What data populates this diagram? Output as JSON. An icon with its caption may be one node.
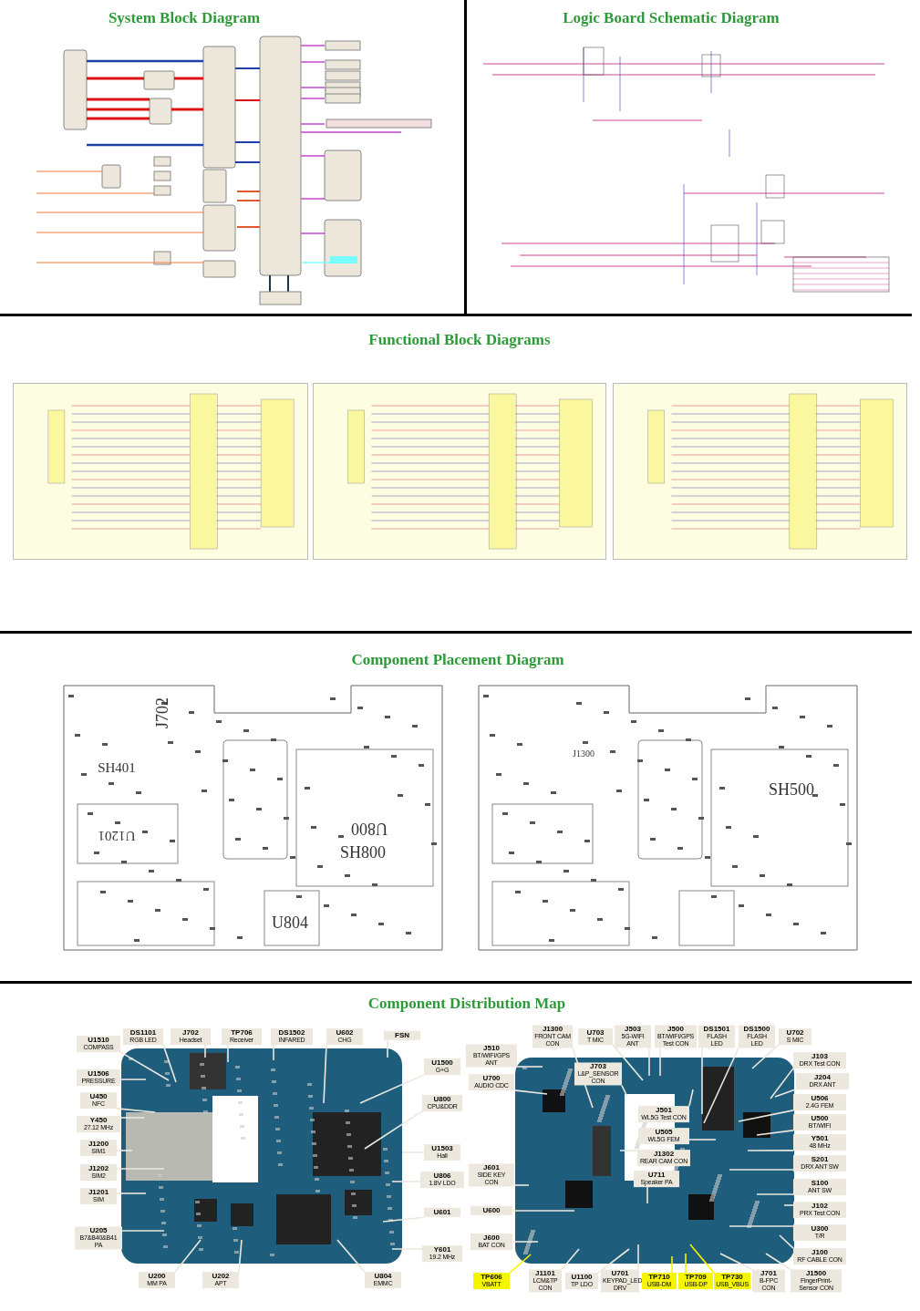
{
  "diagram": {
    "nodes": [
      {
        "text": [
          "DS1101",
          "RGB LED"
        ]
      },
      {
        "text": [
          "J702",
          "Headset"
        ]
      },
      {
        "text": [
          "TP706",
          "Receiver"
        ]
      },
      {
        "text": [
          "DS1502",
          "INFARED"
        ]
      },
      {
        "text": [
          "U602",
          "CHG"
        ]
      },
      {
        "text": [
          "FSN"
        ]
      },
      {
        "text": [
          "U1510",
          "COMPASS"
        ]
      },
      {
        "text": [
          "U1500",
          "G+G"
        ]
      },
      {
        "text": [
          "U1506",
          "PRESSURE"
        ]
      },
      {
        "text": [
          "U450",
          "NFC"
        ]
      },
      {
        "text": [
          "U800",
          "CPU&DDR"
        ]
      },
      {
        "text": [
          "Y450",
          "27.12 MHz"
        ]
      },
      {
        "text": [
          "J1200",
          "SIM1"
        ]
      },
      {
        "text": [
          "U1503",
          "Hall"
        ]
      },
      {
        "text": [
          "J1202",
          "SIM2"
        ]
      },
      {
        "text": [
          "U806",
          "1.8V LDO"
        ]
      },
      {
        "text": [
          "J1201",
          "SIM"
        ]
      },
      {
        "text": [
          "U601"
        ]
      },
      {
        "text": [
          "U205",
          "B7&B40&B41 PA"
        ]
      },
      {
        "text": [
          "Y601",
          "19.2 MHz"
        ]
      },
      {
        "text": [
          "U200",
          "MM PA"
        ]
      },
      {
        "text": [
          "U202",
          "APT"
        ]
      },
      {
        "text": [
          "U804",
          "EMMC"
        ]
      },
      {
        "text": [
          "J1300",
          "FRONT CAM CON"
        ]
      },
      {
        "text": [
          "U703",
          "T MIC"
        ]
      },
      {
        "text": [
          "J503",
          "5G-WIFI ANT"
        ]
      },
      {
        "text": [
          "J500",
          "BT/WIFI/GPS Test CON"
        ]
      },
      {
        "text": [
          "DS1501",
          "FLASH LED"
        ]
      },
      {
        "text": [
          "DS1500",
          "FLASH LED"
        ]
      },
      {
        "text": [
          "U702",
          "S MIC"
        ]
      },
      {
        "text": [
          "J510",
          "BT/WIFI/GPS ANT"
        ]
      },
      {
        "text": [
          "J103",
          "DRX Test CON"
        ]
      },
      {
        "text": [
          "J703",
          "L&P_SENSOR CON"
        ],
        "in": 60
      },
      {
        "text": [
          "J204",
          "DRX ANT"
        ]
      },
      {
        "text": [
          "U700",
          "AUDIO CDC"
        ]
      },
      {
        "text": [
          "U506",
          "2.4G FEM"
        ]
      },
      {
        "text": [
          "J501",
          "WL5G Test CON"
        ],
        "in": 60
      },
      {
        "text": [
          "U500",
          "BT/WIFI"
        ]
      },
      {
        "text": [
          "U505",
          "WL5G FEM"
        ],
        "in": 60
      },
      {
        "text": [
          "Y501",
          "48 MHz"
        ]
      },
      {
        "text": [
          "J1302",
          "REAR CAM CON"
        ],
        "in": 60
      },
      {
        "text": [
          "S201",
          "DRX ANT SW"
        ]
      },
      {
        "text": [
          "J601",
          "SIDE KEY CON"
        ]
      },
      {
        "text": [
          "U711",
          "Speaker PA"
        ],
        "in": 60
      },
      {
        "text": [
          "S100",
          "ANT SW"
        ]
      },
      {
        "text": [
          "J102",
          "PRX Test CON"
        ]
      },
      {
        "text": [
          "U600"
        ]
      },
      {
        "text": [
          "U300",
          "T/R"
        ]
      },
      {
        "text": [
          "J600",
          "BAT CON"
        ]
      },
      {
        "text": [
          "J100",
          "RF CABLE CON"
        ]
      },
      {
        "text": [
          "TP606",
          "VBATT"
        ]
      },
      {
        "text": [
          "J1101",
          "LCM&TP CON"
        ]
      },
      {
        "text": [
          "U1100",
          "TP LDO"
        ]
      },
      {
        "text": [
          "U701",
          "KEYPAD_LED DRV"
        ]
      },
      {
        "text": [
          "TP710",
          "USB-DM"
        ]
      },
      {
        "text": [
          "TP709",
          "USB-DP"
        ]
      },
      {
        "text": [
          "TP730",
          "USB_VBUS"
        ]
      },
      {
        "text": [
          "J701",
          "B-FPC CON"
        ]
      },
      {
        "text": [
          "J1500",
          "FingerPrint-Sensor CON"
        ]
      },
      {
        "text": [],
        "shape": "picture"
      },
      {
        "text": [],
        "shape": "picture"
      }
    ],
    "edges": [
      {
        "from": 0,
        "to": 59,
        "arrow": "none"
      },
      {
        "from": 1,
        "to": 59,
        "arrow": "none"
      },
      {
        "from": 2,
        "to": 59,
        "arrow": "none"
      },
      {
        "from": 3,
        "to": 59,
        "arrow": "none"
      },
      {
        "from": 4,
        "to": 59,
        "arrow": "none"
      },
      {
        "from": 5,
        "to": 59,
        "arrow": "none"
      },
      {
        "from": 6,
        "to": 59,
        "arrow": "none"
      },
      {
        "from": 7,
        "to": 59,
        "arrow": "none"
      },
      {
        "from": 8,
        "to": 59,
        "arrow": "none"
      },
      {
        "from": 9,
        "to": 59,
        "arrow": "none"
      },
      {
        "from": 10,
        "to": 59,
        "arrow": "none"
      },
      {
        "from": 11,
        "to": 59,
        "arrow": "none"
      },
      {
        "from": 12,
        "to": 59,
        "arrow": "none"
      },
      {
        "from": 13,
        "to": 59,
        "arrow": "none"
      },
      {
        "from": 14,
        "to": 59,
        "arrow": "none"
      },
      {
        "from": 15,
        "to": 59,
        "arrow": "none"
      },
      {
        "from": 16,
        "to": 59,
        "arrow": "none"
      },
      {
        "from": 17,
        "to": 59,
        "arrow": "none"
      },
      {
        "from": 18,
        "to": 59,
        "arrow": "none"
      },
      {
        "from": 19,
        "to": 59,
        "arrow": "none"
      },
      {
        "from": 20,
        "to": 59,
        "arrow": "none"
      },
      {
        "from": 21,
        "to": 59,
        "arrow": "none"
      },
      {
        "from": 22,
        "to": 59,
        "arrow": "none"
      },
      {
        "from": 23,
        "to": 60,
        "arrow": "none"
      },
      {
        "from": 24,
        "to": 60,
        "arrow": "none"
      },
      {
        "from": 25,
        "to": 60,
        "arrow": "none"
      },
      {
        "from": 26,
        "to": 60,
        "arrow": "none"
      },
      {
        "from": 27,
        "to": 60,
        "arrow": "none"
      },
      {
        "from": 28,
        "to": 60,
        "arrow": "none"
      },
      {
        "from": 29,
        "to": 60,
        "arrow": "none"
      },
      {
        "from": 30,
        "to": 60,
        "arrow": "none"
      },
      {
        "from": 31,
        "to": 60,
        "arrow": "none"
      },
      {
        "from": 32,
        "to": 60,
        "arrow": "none"
      },
      {
        "from": 33,
        "to": 60,
        "arrow": "none"
      },
      {
        "from": 34,
        "to": 60,
        "arrow": "none"
      },
      {
        "from": 35,
        "to": 60,
        "arrow": "none"
      },
      {
        "from": 36,
        "to": 60,
        "arrow": "none"
      },
      {
        "from": 37,
        "to": 60,
        "arrow": "none"
      },
      {
        "from": 38,
        "to": 60,
        "arrow": "none"
      },
      {
        "from": 39,
        "to": 60,
        "arrow": "none"
      },
      {
        "from": 40,
        "to": 60,
        "arrow": "none"
      },
      {
        "from": 41,
        "to": 60,
        "arrow": "none"
      },
      {
        "from": 42,
        "to": 60,
        "arrow": "none"
      },
      {
        "from": 43,
        "to": 60,
        "arrow": "none"
      },
      {
        "from": 44,
        "to": 60,
        "arrow": "none"
      },
      {
        "from": 45,
        "to": 60,
        "arrow": "none"
      },
      {
        "from": 46,
        "to": 60,
        "arrow": "none"
      },
      {
        "from": 47,
        "to": 60,
        "arrow": "none"
      },
      {
        "from": 48,
        "to": 60,
        "arrow": "none"
      },
      {
        "from": 49,
        "to": 60,
        "arrow": "none"
      },
      {
        "from": 50,
        "to": 60,
        "arrow": "none",
        "color": "#f5f500"
      },
      {
        "from": 51,
        "to": 60,
        "arrow": "none"
      },
      {
        "from": 52,
        "to": 60,
        "arrow": "none"
      },
      {
        "from": 53,
        "to": 60,
        "arrow": "none"
      },
      {
        "from": 54,
        "to": 60,
        "arrow": "none",
        "color": "#f5f500"
      },
      {
        "from": 55,
        "to": 60,
        "arrow": "none",
        "color": "#f5f500"
      },
      {
        "from": 56,
        "to": 60,
        "arrow": "none",
        "color": "#f5f500"
      },
      {
        "from": 57,
        "to": 60,
        "arrow": "none"
      },
      {
        "from": 58,
        "to": 60,
        "arrow": "none"
      }
    ],
    "labels": [
      "System Block Diagram",
      "Logic Board Schematic Diagram",
      "Functional Block Diagrams",
      "Component Placement Diagram",
      "J702",
      "SH401",
      "U1201",
      "U800",
      "SH800",
      "U804",
      "J1300",
      "SH500",
      "Component Distribution Map"
    ]
  }
}
